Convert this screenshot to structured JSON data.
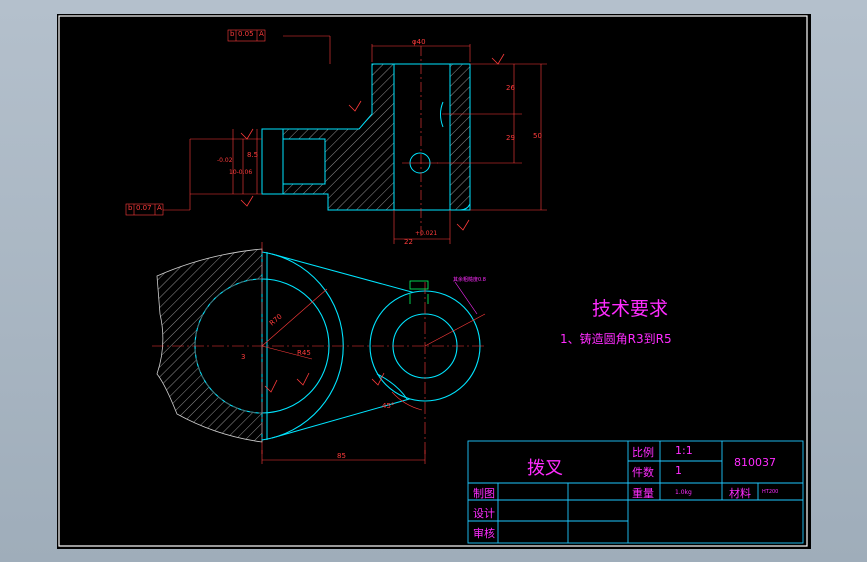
{
  "drawing": {
    "title_block": {
      "part_name": "拨叉",
      "scale_label": "比例",
      "scale_value": "1:1",
      "count_label": "件数",
      "count_value": "1",
      "weight_label": "重量",
      "weight_value": "1.0kg",
      "material_label": "材料",
      "material_value": "HT200",
      "drawing_number": "810037",
      "drawn_label": "制图",
      "design_label": "设计",
      "review_label": "审核"
    },
    "technical_requirements": {
      "heading": "技术要求",
      "item_1": "1、铸造圆角R3到R5"
    },
    "tolerance_frames": {
      "top_symbol": "b",
      "top_value": "0.05",
      "top_datum": "A",
      "left_symbol": "b",
      "left_value": "0.07",
      "left_datum": "A"
    },
    "dimensions": {
      "top_width": "φ40",
      "bottom_width": "22",
      "bottom_tol": "+0.021",
      "right_1": "26",
      "right_2": "29",
      "right_3": "50",
      "left_1": "8.5",
      "left_2": "-0.02",
      "left_3": "10-0.06",
      "plan_radius": "R70",
      "plan_inner": "R45",
      "plan_center": "3",
      "plan_length": "85",
      "plan_angle": "45°",
      "roughness_note": "其余粗糙度0.8"
    },
    "colors": {
      "outline": "#00e5ff",
      "dimension": "#ff3b3b",
      "hatch": "#d0d0d0",
      "title_block": "#1ec8ff",
      "requirement_text": "#ff2cff",
      "center_line": "#ff3b3b"
    }
  }
}
